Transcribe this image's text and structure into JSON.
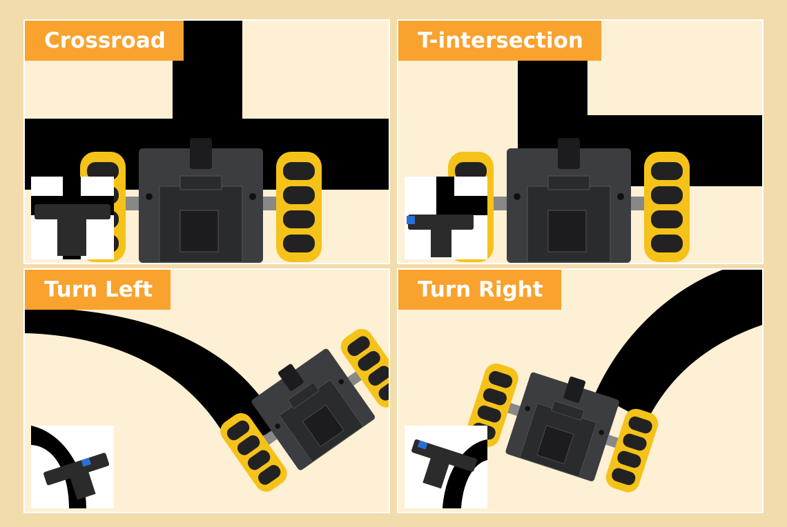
{
  "panels": [
    {
      "label": "Crossroad"
    },
    {
      "label": "T-intersection"
    },
    {
      "label": "Turn Left"
    },
    {
      "label": "Turn Right"
    }
  ],
  "colors": {
    "background": "#f2dcab",
    "panel": "#fdf0d4",
    "label": "#f9a22e",
    "track": "#000000",
    "wheel": "#f5c21a"
  }
}
